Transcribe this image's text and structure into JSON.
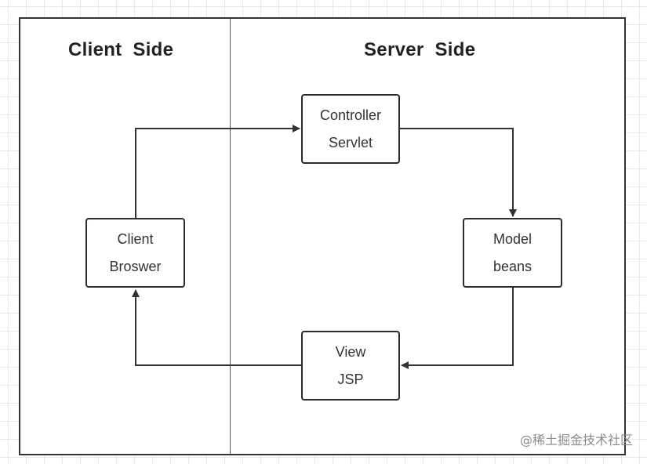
{
  "titles": {
    "client_side": "Client  Side",
    "server_side": "Server  Side"
  },
  "nodes": {
    "controller": {
      "line1": "Controller",
      "line2": "Servlet"
    },
    "model": {
      "line1": "Model",
      "line2": "beans"
    },
    "view": {
      "line1": "View",
      "line2": "JSP"
    },
    "client": {
      "line1": "Client",
      "line2": "Broswer"
    }
  },
  "watermark": "@稀土掘金技术社区",
  "colors": {
    "line": "#333333",
    "frame": "#333333",
    "grid": "#e9e9e9"
  }
}
